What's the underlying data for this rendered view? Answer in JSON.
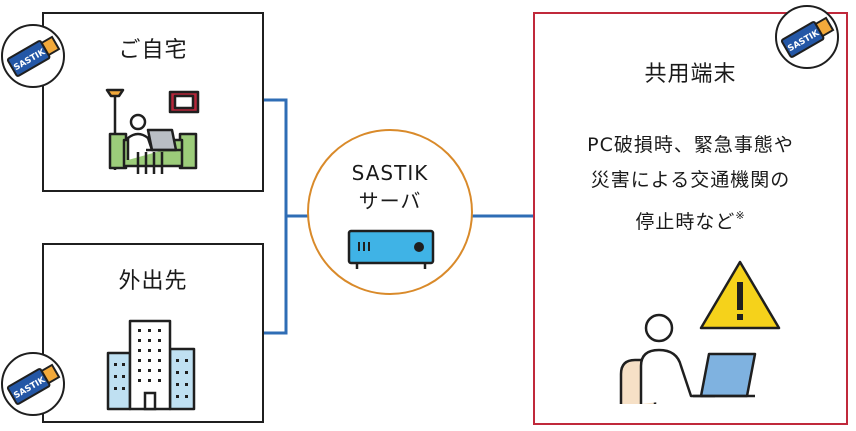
{
  "locations": {
    "home": {
      "label": "ご自宅"
    },
    "away": {
      "label": "外出先"
    }
  },
  "server": {
    "line1": "SASTIK",
    "line2": "サーバ"
  },
  "shared_terminal": {
    "label": "共用端末",
    "desc_line1": "PC破損時、緊急事態や",
    "desc_line2": "災害による交通機関の",
    "desc_line3": "停止時など",
    "note_mark": "※"
  },
  "usb_badge": {
    "text": "SASTIK"
  },
  "colors": {
    "connector": "#2f6db5",
    "server_ring": "#d98a2a",
    "shared_border": "#c0293b",
    "usb_body": "#2457a6",
    "usb_cap": "#f2a93b"
  },
  "icons": {
    "home": "person-at-home-laptop-icon",
    "away": "office-buildings-icon",
    "server": "server-device-icon",
    "shared": "person-laptop-warning-icon",
    "usb": "usb-key-icon"
  }
}
